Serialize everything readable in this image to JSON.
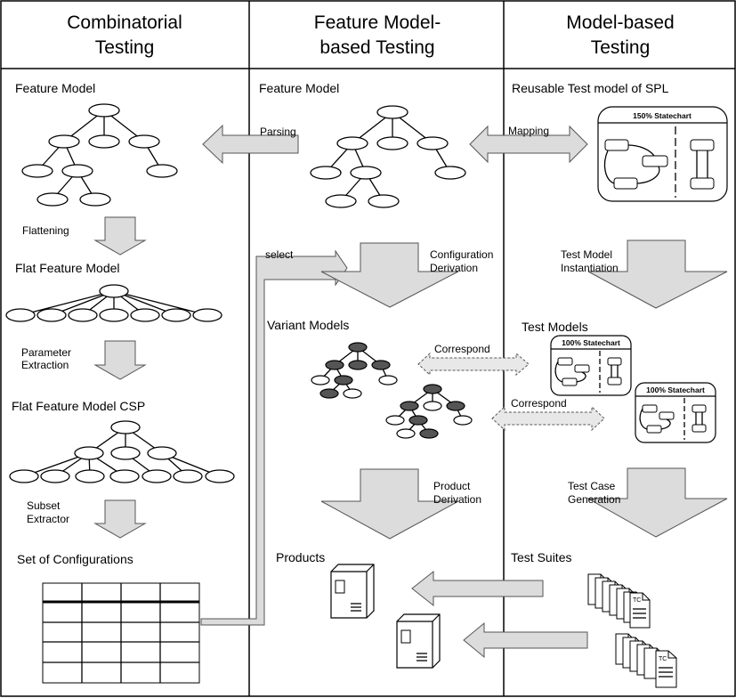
{
  "columns": [
    {
      "title_line1": "Combinatorial",
      "title_line2": "Testing"
    },
    {
      "title_line1": "Feature Model-",
      "title_line2": "based Testing"
    },
    {
      "title_line1": "Model-based",
      "title_line2": "Testing"
    }
  ],
  "combinatorial": {
    "feature_model": "Feature Model",
    "flattening": "Flattening",
    "flat_feature_model": "Flat Feature Model",
    "parameter_line1": "Parameter",
    "parameter_line2": "Extraction",
    "flat_feature_model_csp": "Flat Feature Model CSP",
    "subset_line1": "Subset",
    "subset_line2": "Extractor",
    "set_of_configurations": "Set of Configurations"
  },
  "fm_based": {
    "feature_model": "Feature Model",
    "parsing": "Parsing",
    "mapping": "Mapping",
    "select": "select",
    "config_line1": "Configuration",
    "config_line2": "Derivation",
    "variant_models": "Variant Models",
    "correspond": "Correspond",
    "product_line1": "Product",
    "product_line2": "Derivation",
    "products": "Products"
  },
  "model_based": {
    "reusable_test_model": "Reusable Test model of SPL",
    "statechart_150": "150% Statechart",
    "tmi_line1": "Test Model",
    "tmi_line2": "Instantiation",
    "test_models": "Test Models",
    "statechart_100": "100% Statechart",
    "tcg_line1": "Test Case",
    "tcg_line2": "Generation",
    "test_suites": "Test Suites",
    "tc": "TC"
  }
}
